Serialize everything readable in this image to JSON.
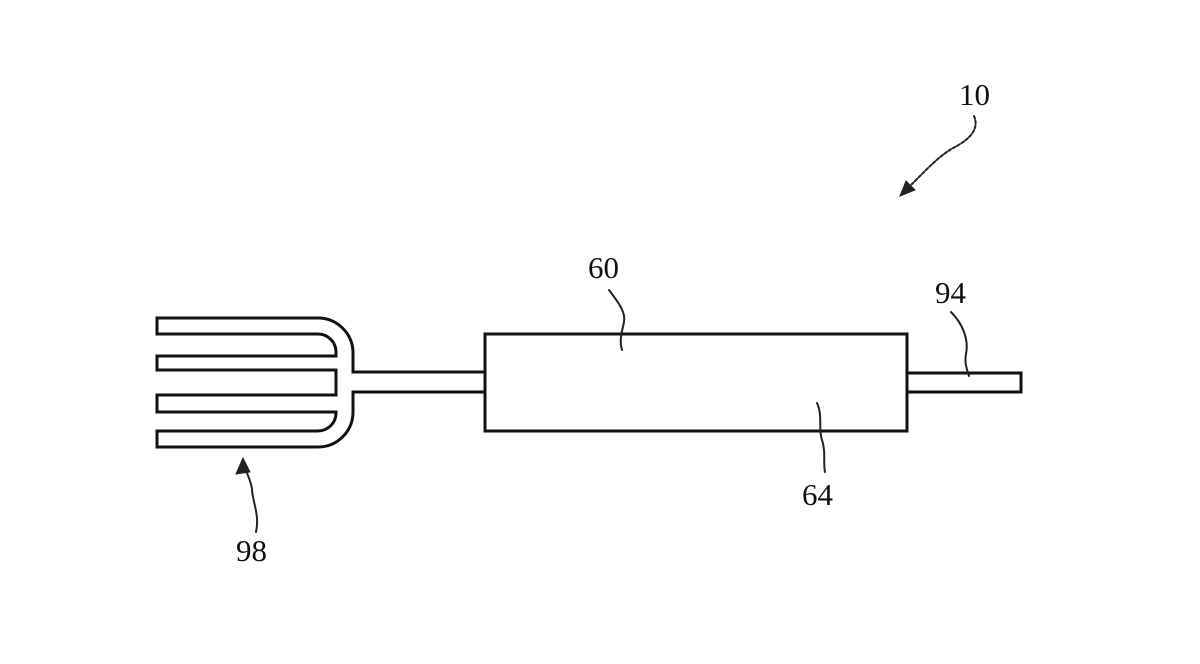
{
  "figure": {
    "reference_numerals": {
      "assembly": "10",
      "body_top": "60",
      "body_bottom": "64",
      "shaft": "94",
      "fork": "98"
    }
  }
}
